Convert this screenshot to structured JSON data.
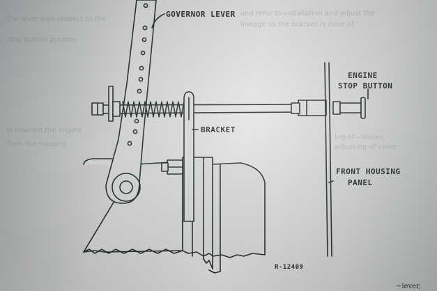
{
  "labels": {
    "governor_lever": "GOVERNOR LEVER",
    "engine_stop_line1": "ENGINE",
    "engine_stop_line2": "STOP BUTTON",
    "bracket": "BRACKET",
    "front_housing_line1": "FRONT HOUSING",
    "front_housing_line2": "PANEL",
    "figure_ref": "R-12409",
    "corner_fragment": "~lever,"
  },
  "colors": {
    "ink": "#202325",
    "paper": "#d9dbdb"
  }
}
